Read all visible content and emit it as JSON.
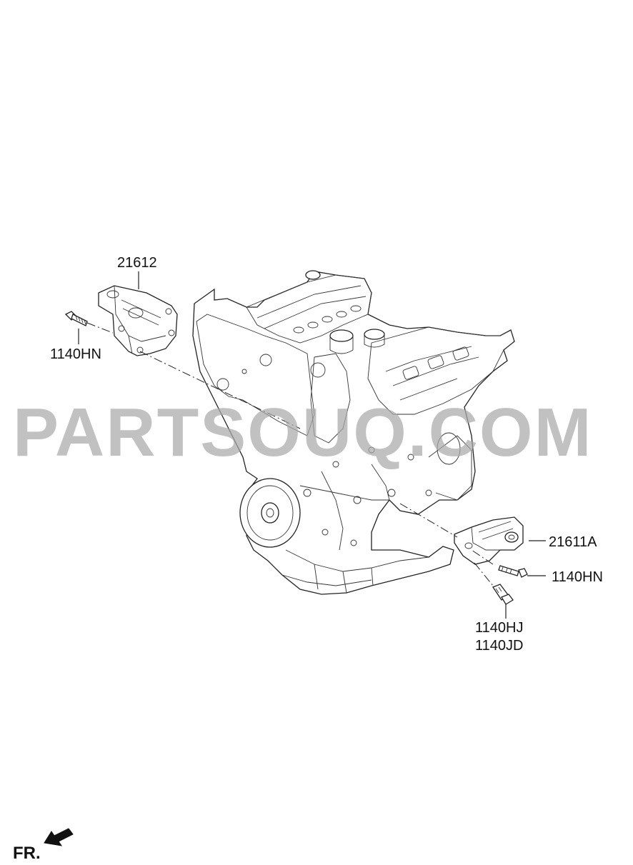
{
  "watermark": "PARTSOUQ.COM",
  "direction_label": "FR.",
  "icons": {
    "direction": "front-direction-arrow-icon",
    "engine": "engine-assembly-illustration",
    "bracket_upper": "engine-mount-bracket-upper",
    "bracket_lower": "engine-mount-bracket-lower",
    "bolt": "bolt-icon"
  },
  "callouts": {
    "bracket_upper": "21612",
    "bolt_upper": "1140HN",
    "bracket_lower": "21611A",
    "bolt_lower_right": "1140HN",
    "bolt_lower_primary": "1140HJ",
    "bolt_lower_alternate": "1140JD"
  }
}
